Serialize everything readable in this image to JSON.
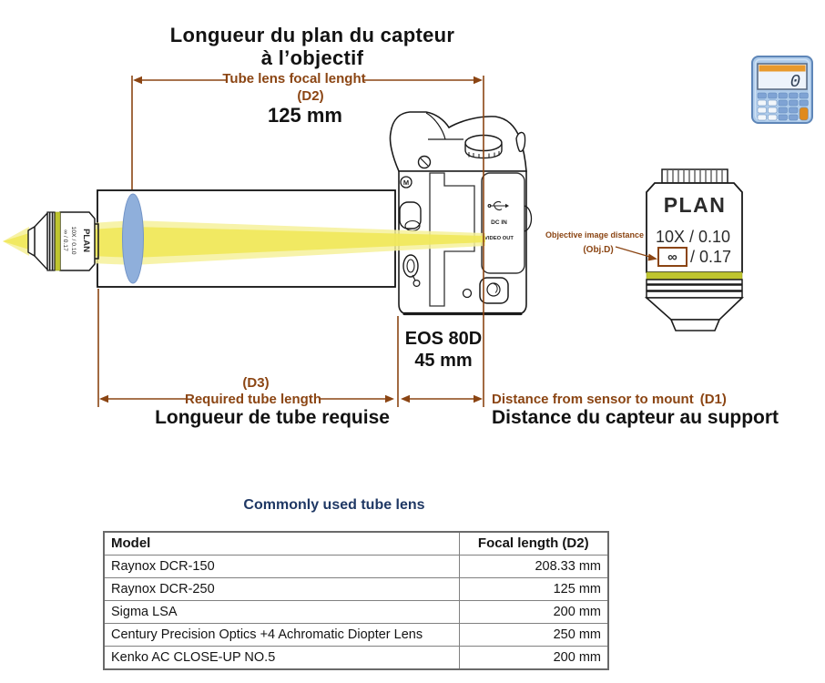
{
  "colors": {
    "dimension_brown": "#8B4513",
    "beam_yellow_core": "#EFE85A",
    "beam_yellow_edge": "#F6F19B",
    "lens_blue": "#8FAFDB",
    "objective_band_olive": "#BFC52F",
    "table_title_navy": "#1F3864",
    "calculator_orange": "#E8992C"
  },
  "title": {
    "line1": "Longueur du plan du capteur",
    "line2": "à l’objectif"
  },
  "d2": {
    "label": "Tube lens focal lenght",
    "code": "(D2)",
    "value": "125 mm"
  },
  "d3": {
    "code": "(D3)",
    "label_en": "Required  tube length",
    "label_fr": "Longueur de tube requise"
  },
  "d1": {
    "label_en": "Distance from sensor to mount",
    "code": "(D1)",
    "label_fr": "Distance du capteur au support"
  },
  "camera": {
    "model": "EOS 80D",
    "flange_distance": "45 mm",
    "logo": "M",
    "ports": {
      "dc_in": "DC IN",
      "video_out": "VIDEO OUT"
    }
  },
  "objective": {
    "name": "PLAN",
    "spec": "10X / 0.10",
    "infinity": "∞",
    "coverglass": "/ 0.17",
    "annotation": "Objective image distance",
    "annotation_code": "(Obj.D)"
  },
  "small_objective": {
    "name": "PLAN",
    "spec": "10X / 0.10",
    "inf_spec": "∞ / 0.17"
  },
  "calculator": {
    "display": "0"
  },
  "table": {
    "title": "Commonly used tube lens",
    "headers": [
      "Model",
      "Focal length (D2)"
    ],
    "rows": [
      {
        "model": "Raynox DCR-150",
        "focal": "208.33 mm"
      },
      {
        "model": "Raynox DCR-250",
        "focal": "125 mm"
      },
      {
        "model": "Sigma LSA",
        "focal": "200 mm"
      },
      {
        "model": "Century Precision Optics +4 Achromatic  Diopter Lens",
        "focal": "250 mm"
      },
      {
        "model": "Kenko AC CLOSE-UP NO.5",
        "focal": "200 mm"
      }
    ]
  }
}
